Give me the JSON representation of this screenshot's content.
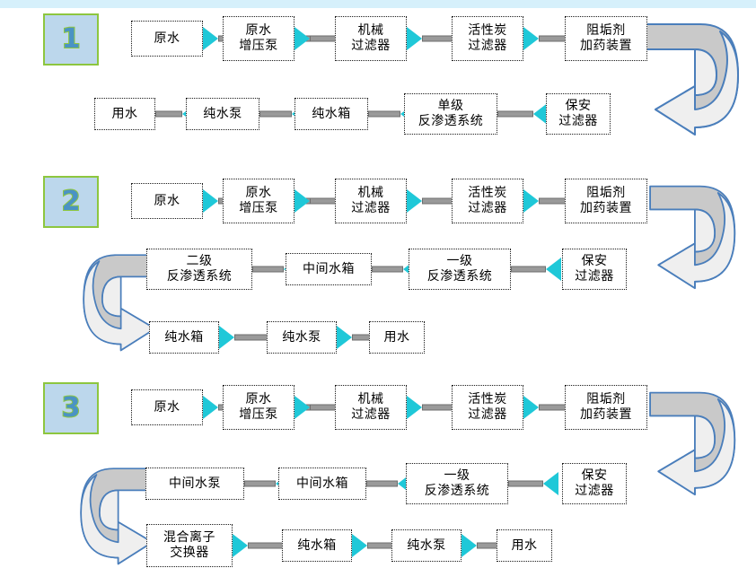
{
  "diagram": {
    "title_band_color": "#d6f0fb",
    "badge_fill": "#bcd7ec",
    "badge_border": "#8dc63f",
    "badge_text_color": "#4a93c4",
    "arrow_color": "#1fc8d8",
    "connector_color": "#9a9a9a",
    "uturn_outline": "#4a7ebb",
    "uturn_top_fill": "#c0c0c0",
    "uturn_bottom_fill": "#efefef"
  },
  "rows": [
    {
      "badge": "1",
      "line1": [
        {
          "label": "原水"
        },
        {
          "label": "原水\n增压泵"
        },
        {
          "label": "机械\n过滤器"
        },
        {
          "label": "活性炭\n过滤器"
        },
        {
          "label": "阻垢剂\n加药装置"
        }
      ],
      "line2": [
        {
          "label": "用水"
        },
        {
          "label": "纯水泵"
        },
        {
          "label": "纯水箱"
        },
        {
          "label": "单级\n反渗透系统"
        },
        {
          "label": "保安\n过滤器"
        }
      ]
    },
    {
      "badge": "2",
      "line1": [
        {
          "label": "原水"
        },
        {
          "label": "原水\n增压泵"
        },
        {
          "label": "机械\n过滤器"
        },
        {
          "label": "活性炭\n过滤器"
        },
        {
          "label": "阻垢剂\n加药装置"
        }
      ],
      "line2": [
        {
          "label": "二级\n反渗透系统"
        },
        {
          "label": "中间水箱"
        },
        {
          "label": "一级\n反渗透系统"
        },
        {
          "label": "保安\n过滤器"
        }
      ],
      "line3": [
        {
          "label": "纯水箱"
        },
        {
          "label": "纯水泵"
        },
        {
          "label": "用水"
        }
      ]
    },
    {
      "badge": "3",
      "line1": [
        {
          "label": "原水"
        },
        {
          "label": "原水\n增压泵"
        },
        {
          "label": "机械\n过滤器"
        },
        {
          "label": "活性炭\n过滤器"
        },
        {
          "label": "阻垢剂\n加药装置"
        }
      ],
      "line2": [
        {
          "label": "中间水泵"
        },
        {
          "label": "中间水箱"
        },
        {
          "label": "一级\n反渗透系统"
        },
        {
          "label": "保安\n过滤器"
        }
      ],
      "line3": [
        {
          "label": "混合离子\n交换器"
        },
        {
          "label": "纯水箱"
        },
        {
          "label": "纯水泵"
        },
        {
          "label": "用水"
        }
      ]
    }
  ]
}
